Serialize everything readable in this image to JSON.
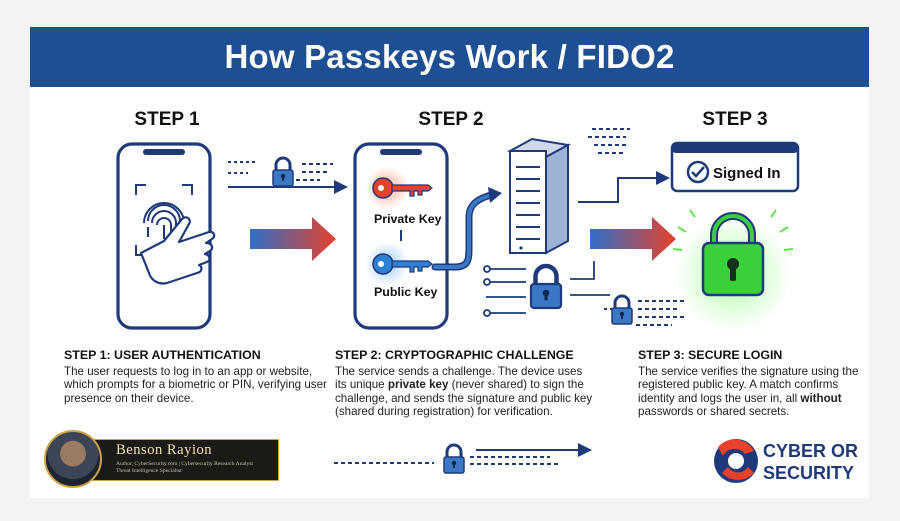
{
  "title": "How Passkeys Work / FIDO2",
  "colors": {
    "banner": "#1e4f93",
    "private_key": "#e8412c",
    "public_key": "#2f7fd3",
    "lock_green": "#3ccf3c",
    "lock_blue": "#3a78c4"
  },
  "steps": [
    {
      "title": "STEP 1",
      "heading": "STEP 1: USER AUTHENTICATION",
      "body": "The user requests to log in to an app or website, which prompts for a biometric or PIN, verifying user presence on their device."
    },
    {
      "title": "STEP 2",
      "heading": "STEP 2: CRYPTOGRAPHIC CHALLENGE",
      "body_parts": [
        "The service sends a challenge. The device uses its unique ",
        "private key",
        " (never shared) to sign the challenge, and sends the signature and public key (shared during registration) for verification."
      ]
    },
    {
      "title": "STEP 3",
      "heading": "STEP 3: SECURE LOGIN",
      "body_parts": [
        "The service verifies the signature using the registered public key. A match confirms identity and logs the user in, all ",
        "without",
        " passwords or shared secrets."
      ]
    }
  ],
  "keys": {
    "private": "Private Key",
    "public": "Public Key"
  },
  "signed_in": "Signed In",
  "author": {
    "name": "Benson Rayion",
    "role1": "Author, CyberSecurity.com | Cybersecurity Research Analyst",
    "role2": "Threat Intelligence Specialist"
  },
  "logo": {
    "line1": "CYBER OR",
    "line2": "SECURITY"
  },
  "icons": [
    "fingerprint-icon",
    "hand-icon",
    "phone-icon",
    "lock-icon",
    "key-icon",
    "server-icon",
    "check-icon",
    "padlock-icon"
  ]
}
